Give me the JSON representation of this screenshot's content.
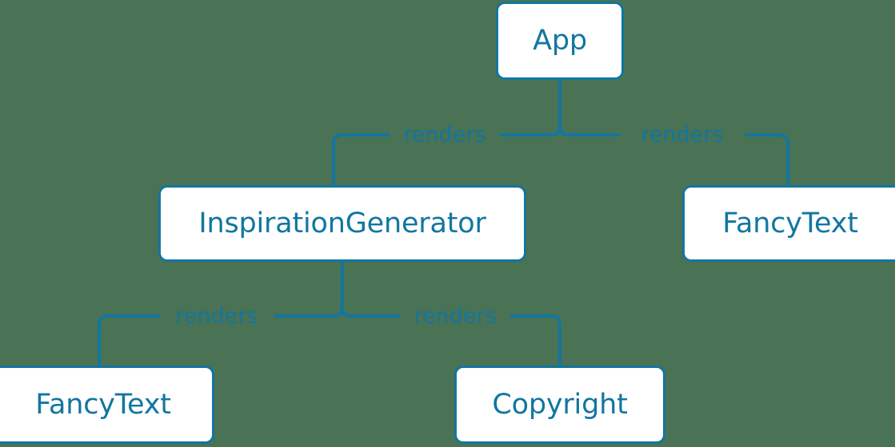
{
  "diagram": {
    "type": "component-tree",
    "background_color": "#4a7254",
    "accent_color": "#1276a0",
    "node_fill_color": "#ffffff",
    "nodes": [
      {
        "id": "app",
        "label": "App"
      },
      {
        "id": "inspgen",
        "label": "InspirationGenerator"
      },
      {
        "id": "fancytext_right",
        "label": "FancyText"
      },
      {
        "id": "fancytext_bottom",
        "label": "FancyText"
      },
      {
        "id": "copyright",
        "label": "Copyright"
      }
    ],
    "edges": [
      {
        "from": "app",
        "to": "inspgen",
        "label": "renders"
      },
      {
        "from": "app",
        "to": "fancytext_right",
        "label": "renders"
      },
      {
        "from": "inspgen",
        "to": "fancytext_bottom",
        "label": "renders"
      },
      {
        "from": "inspgen",
        "to": "copyright",
        "label": "renders"
      }
    ]
  }
}
